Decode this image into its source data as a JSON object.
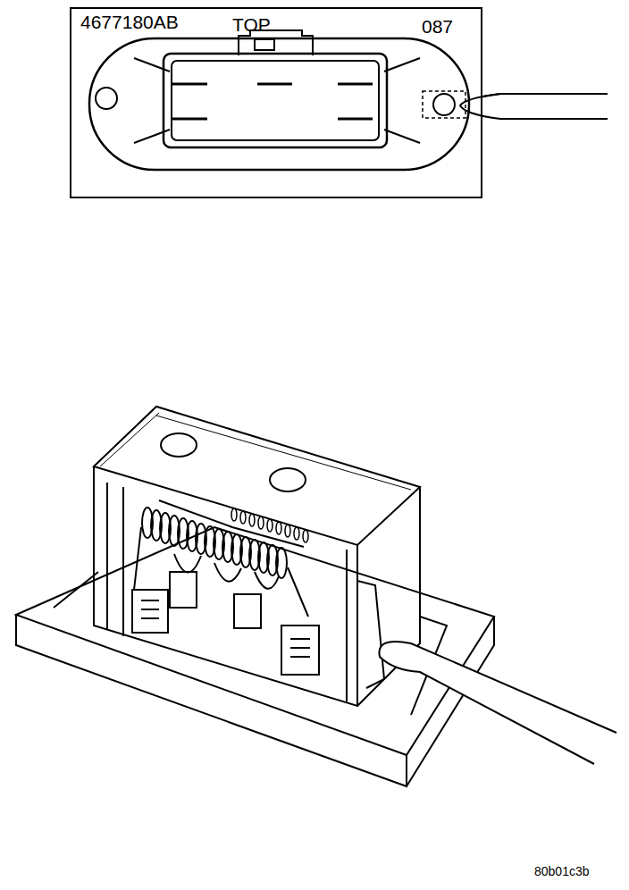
{
  "diagram": {
    "nodes": [
      {
        "text": [
          "4677180AB",
          "TOP",
          "087"
        ]
      }
    ],
    "labels": [
      "80b01c3b"
    ]
  }
}
